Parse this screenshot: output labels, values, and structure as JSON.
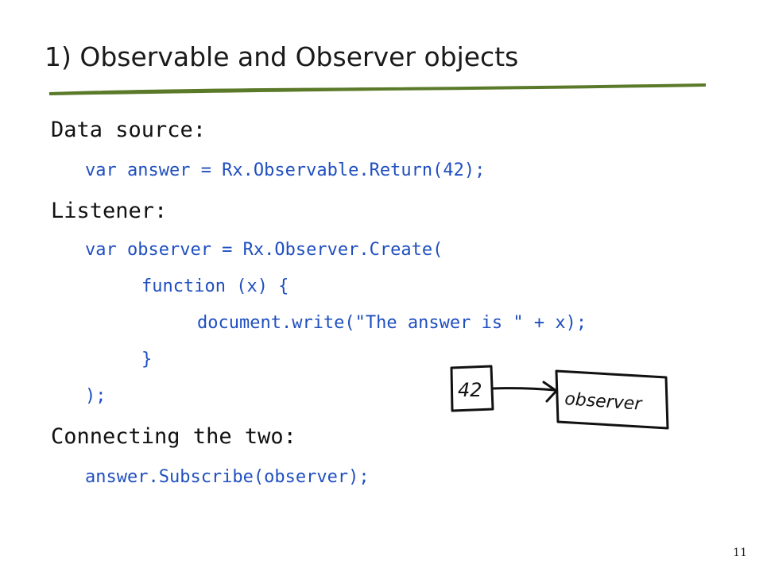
{
  "slide": {
    "title": "1) Observable and Observer objects",
    "sections": [
      {
        "heading": "Data source:",
        "lines": [
          "var answer = Rx.Observable.Return(42);"
        ]
      },
      {
        "heading": "Listener:",
        "lines": [
          "var observer = Rx.Observer.Create(",
          "function (x) {",
          "document.write(\"The answer is \" + x);",
          "}",
          ");"
        ]
      },
      {
        "heading": "Connecting the two:",
        "lines": [
          "answer.Subscribe(observer);"
        ]
      }
    ],
    "sketch": {
      "source_label": "42",
      "target_label": "observer"
    },
    "page_number": "11"
  },
  "colors": {
    "title_text": "#1a1a1a",
    "heading_text": "#111111",
    "code_text": "#1f4fbf",
    "underline": "#5a7a2a",
    "sketch_ink": "#111111"
  }
}
